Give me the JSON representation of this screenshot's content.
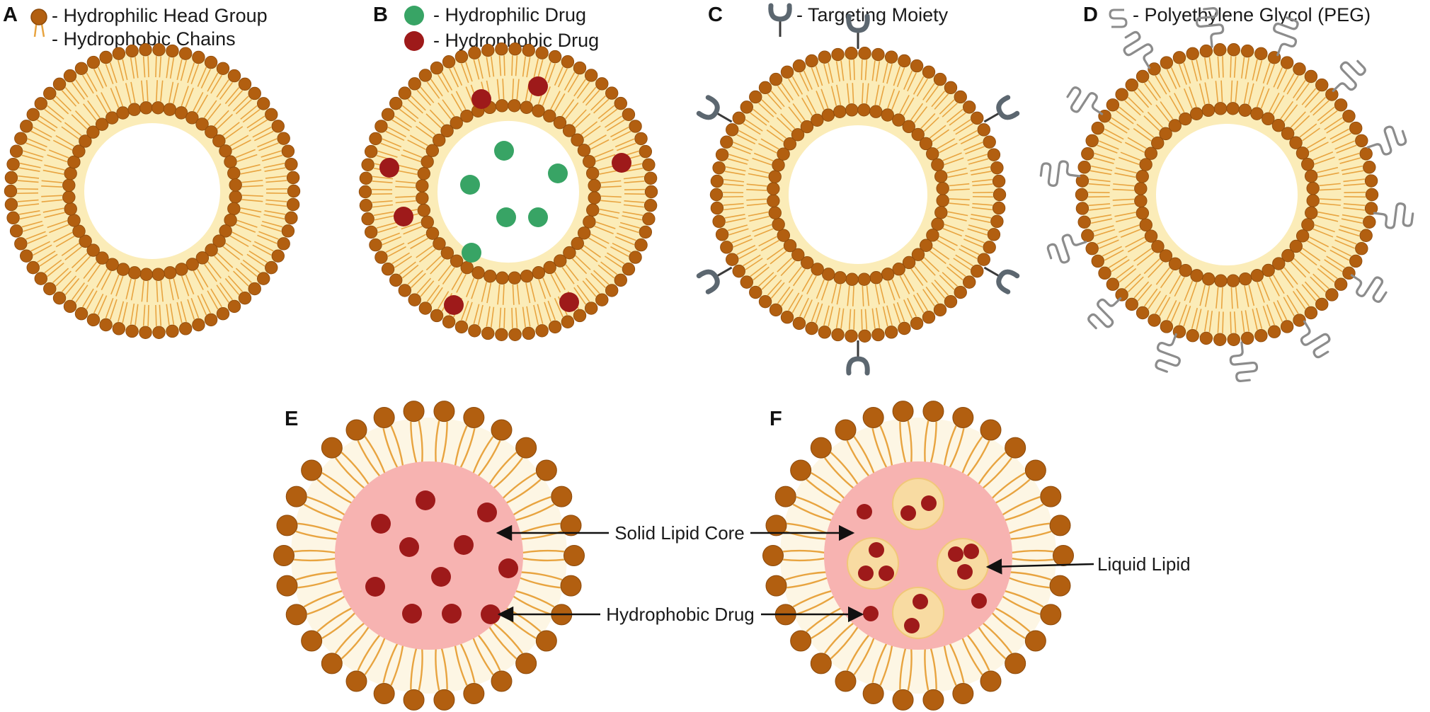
{
  "colors": {
    "head": "#b25f10",
    "head_stroke": "#8c4a0b",
    "tail": "#e8a440",
    "bilayer_fill": "#fbecb8",
    "hydrophilic_drug": "#38a465",
    "hydrophobic_drug": "#9e1a1a",
    "targeting": "#5c6770",
    "peg": "#8c8c8c",
    "core": "#f7b3b1",
    "liquid_lipid": "#f8dba2",
    "text": "#1a1a1a"
  },
  "panels": {
    "a": {
      "letter": "A",
      "legend": [
        "- Hydrophilic Head Group",
        "- Hydrophobic Chains"
      ]
    },
    "b": {
      "letter": "B",
      "legend": [
        "- Hydrophilic Drug",
        "- Hydrophobic Drug"
      ]
    },
    "c": {
      "letter": "C",
      "legend": [
        "- Targeting Moiety"
      ]
    },
    "d": {
      "letter": "D",
      "legend": [
        "- Polyethylene Glycol (PEG)"
      ]
    },
    "e": {
      "letter": "E"
    },
    "f": {
      "letter": "F"
    }
  },
  "callouts": {
    "solid_lipid_core": "Solid Lipid Core",
    "hydrophobic_drug": "Hydrophobic Drug",
    "liquid_lipid": "Liquid Lipid"
  }
}
